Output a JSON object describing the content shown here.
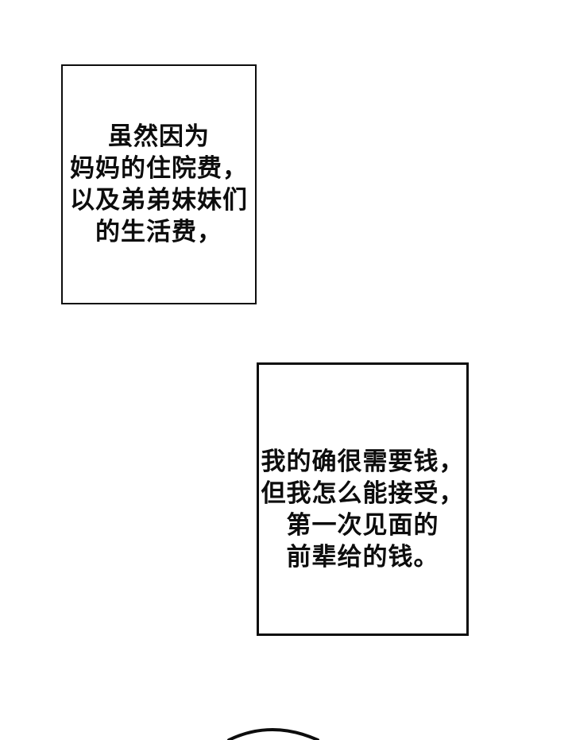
{
  "page": {
    "kind": "comic-page",
    "background_color": "#ffffff",
    "ink_color": "#0d0d0d"
  },
  "narration_boxes": [
    {
      "id": "box-1",
      "lines": [
        "虽然因为",
        "妈妈的住院费，",
        "以及弟弟妹妹们",
        "的生活费，"
      ]
    },
    {
      "id": "box-2",
      "lines": [
        "我的确很需要钱，",
        "但我怎么能接受，",
        "第一次见面的",
        "前辈给的钱。"
      ]
    }
  ],
  "bottom_shape": {
    "name": "bubble-arc",
    "description": "top arc of a shape rising from the bottom edge"
  }
}
